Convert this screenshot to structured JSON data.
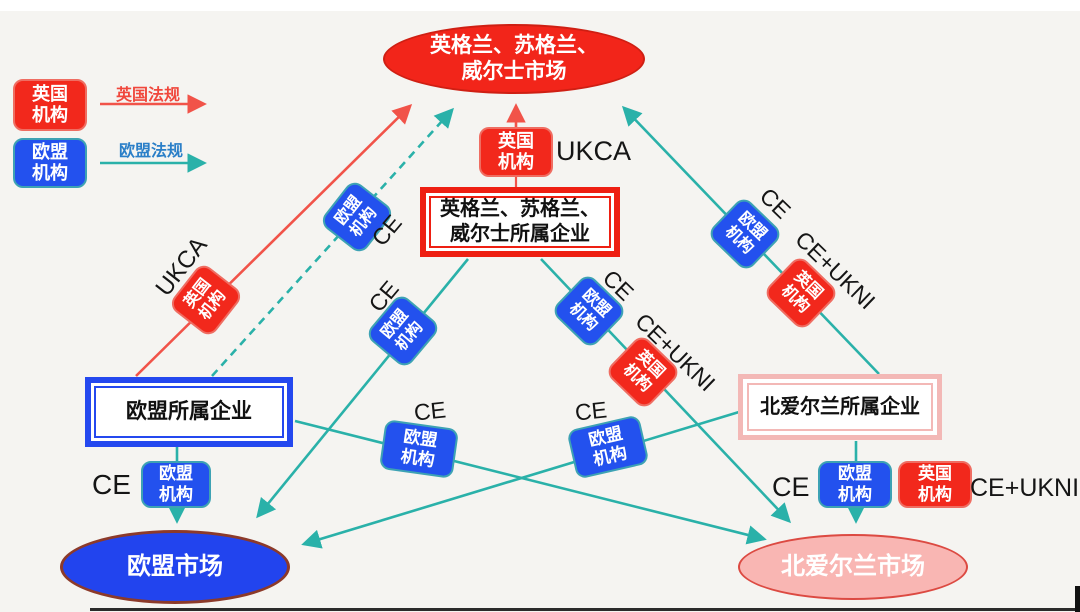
{
  "legend": {
    "uk_institution": {
      "line1": "英国",
      "line2": "机构"
    },
    "uk_regulation_label": "英国法规",
    "eu_institution": {
      "line1": "欧盟",
      "line2": "机构"
    },
    "eu_regulation_label": "欧盟法规"
  },
  "chips": {
    "uk_institution": {
      "line1": "英国",
      "line2": "机构"
    },
    "eu_institution": {
      "line1": "欧盟",
      "line2": "机构"
    }
  },
  "certification_marks": {
    "ukca": "UKCA",
    "ce": "CE",
    "ce_ukni": "CE+UKNI"
  },
  "markets": {
    "gb": {
      "line1": "英格兰、苏格兰、",
      "line2": "威尔士市场"
    },
    "eu": {
      "label": "欧盟市场"
    },
    "ni": {
      "label": "北爱尔兰市场"
    }
  },
  "enterprises": {
    "gb": {
      "line1": "英格兰、苏格兰、",
      "line2": "威尔士所属企业"
    },
    "eu": {
      "label": "欧盟所属企业"
    },
    "ni": {
      "label": "北爱尔兰所属企业"
    }
  },
  "colors": {
    "uk_red": "#f2281c",
    "eu_blue": "#2351ee",
    "regulation_teal": "#2ab1a9",
    "regulation_red": "#f15349",
    "gb_market_fill": "#f2251a",
    "eu_market_fill": "#2244ee",
    "eu_market_border": "#8c3a2a",
    "ni_market_fill": "#f9b6b3",
    "ni_market_border": "#dc4a42",
    "ni_box_border": "#f3b8b6",
    "background": "#f5f4f1"
  }
}
